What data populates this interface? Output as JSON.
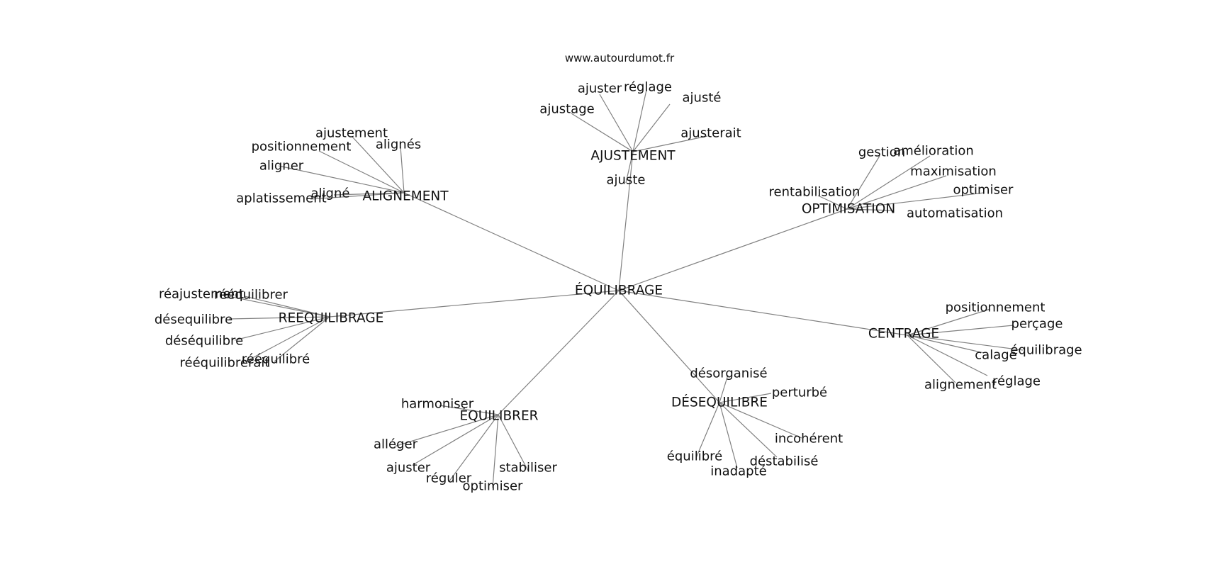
{
  "source": "www.autourdumot.fr",
  "center": "ÉQUILIBRAGE",
  "clusters": [
    {
      "hub": "AJUSTEMENT",
      "words": [
        "ajustage",
        "ajuster",
        "réglage",
        "ajusté",
        "ajusterait",
        "ajuste"
      ]
    },
    {
      "hub": "ALIGNEMENT",
      "words": [
        "ajustement",
        "positionnement",
        "alignés",
        "aligner",
        "aligné",
        "aplatissement"
      ]
    },
    {
      "hub": "OPTIMISATION",
      "words": [
        "gestion",
        "amélioration",
        "maximisation",
        "optimiser",
        "rentabilisation",
        "automatisation"
      ]
    },
    {
      "hub": "REEQUILIBRAGE",
      "words": [
        "réajustement",
        "rééquilibrer",
        "désequilibre",
        "déséquilibre",
        "rééquilibré",
        "rééquilibrerait"
      ]
    },
    {
      "hub": "CENTRAGE",
      "words": [
        "positionnement",
        "perçage",
        "équilibrage",
        "calage",
        "réglage",
        "alignement"
      ]
    },
    {
      "hub": "ÉQUILIBRER",
      "words": [
        "harmoniser",
        "alléger",
        "ajuster",
        "réguler",
        "optimiser",
        "stabiliser"
      ]
    },
    {
      "hub": "DÉSEQUILIBRE",
      "words": [
        "désorganisé",
        "perturbé",
        "incohérent",
        "déstabilisé",
        "inadapté",
        "équilibré"
      ]
    }
  ]
}
